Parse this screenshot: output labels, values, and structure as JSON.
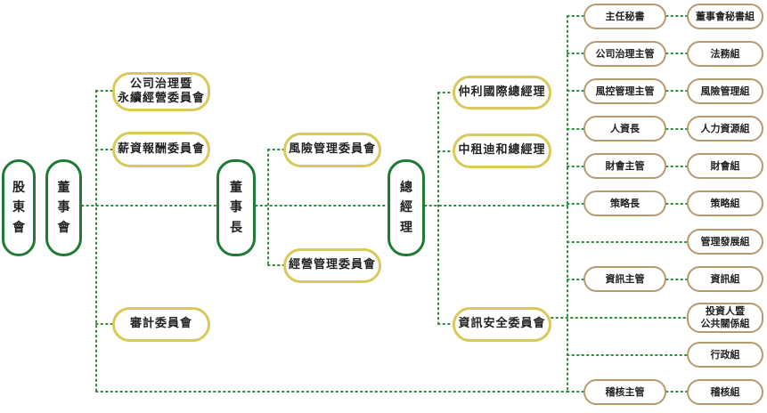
{
  "nodes": {
    "shareholders": "股東會",
    "board": "董事會",
    "chairman": "董事長",
    "president": "總經理",
    "gov_committee": "公司治理暨\n永續經營委員會",
    "comp_committee": "薪資報酬委員會",
    "audit_committee": "審計委員會",
    "risk_committee": "風險管理委員會",
    "op_committee": "經營管理委員會",
    "gm_zhongli": "仲利國際總經理",
    "gm_zhongzu": "中租迪和總經理",
    "infosec_committee": "資訊安全委員會",
    "chief_secretary": "主任秘書",
    "gov_officer": "公司治理主管",
    "risk_officer": "風控管理主管",
    "hr_chief": "人資長",
    "finance_officer": "財會主管",
    "strategy_chief": "策略長",
    "it_officer": "資訊主管",
    "audit_officer": "稽核主管",
    "board_secretariat": "董事會秘書組",
    "legal_group": "法務組",
    "risk_group": "風險管理組",
    "hr_group": "人力資源組",
    "finance_group": "財會組",
    "strategy_group": "策略組",
    "mgmt_dev_group": "管理發展組",
    "it_group": "資訊組",
    "ir_pr_group": "投資人暨\n公共關係組",
    "admin_group": "行政組",
    "audit_group": "稽核組"
  },
  "colors": {
    "connector": "#2e8a3c",
    "green_border": "#1f7a36",
    "gold_border": "#d9c85a",
    "brown_border": "#b69a72"
  }
}
